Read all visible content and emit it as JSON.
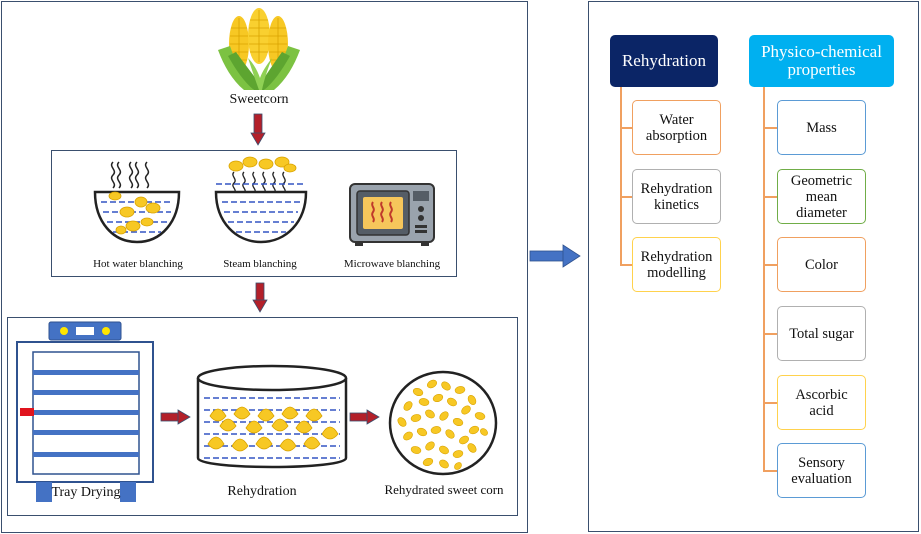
{
  "left": {
    "sweetcorn_label": "Sweetcorn",
    "blanching": {
      "hot_water": "Hot water blanching",
      "steam": "Steam blanching",
      "microwave": "Microwave blanching"
    },
    "process": {
      "tray_drying": "Tray Drying",
      "rehydration": "Rehydration",
      "rehydrated": "Rehydrated sweet corn"
    }
  },
  "right": {
    "rehydration": {
      "header": "Rehydration",
      "items": [
        "Water absorption",
        "Rehydration kinetics",
        "Rehydration modelling"
      ]
    },
    "physico": {
      "header": "Physico-chemical properties",
      "items": [
        "Mass",
        "Geometric mean diameter",
        "Color",
        "Total sugar",
        "Ascorbic acid",
        "Sensory evaluation"
      ]
    }
  },
  "colors": {
    "panel_border": "#3a4f6e",
    "arrow_red": "#b3202a",
    "arrow_blue": "#4472c4",
    "rehydration_header": "#0b2566",
    "physico_header": "#00b0f0",
    "corn_yellow": "#f7c824",
    "water_line": "#3355c4"
  }
}
